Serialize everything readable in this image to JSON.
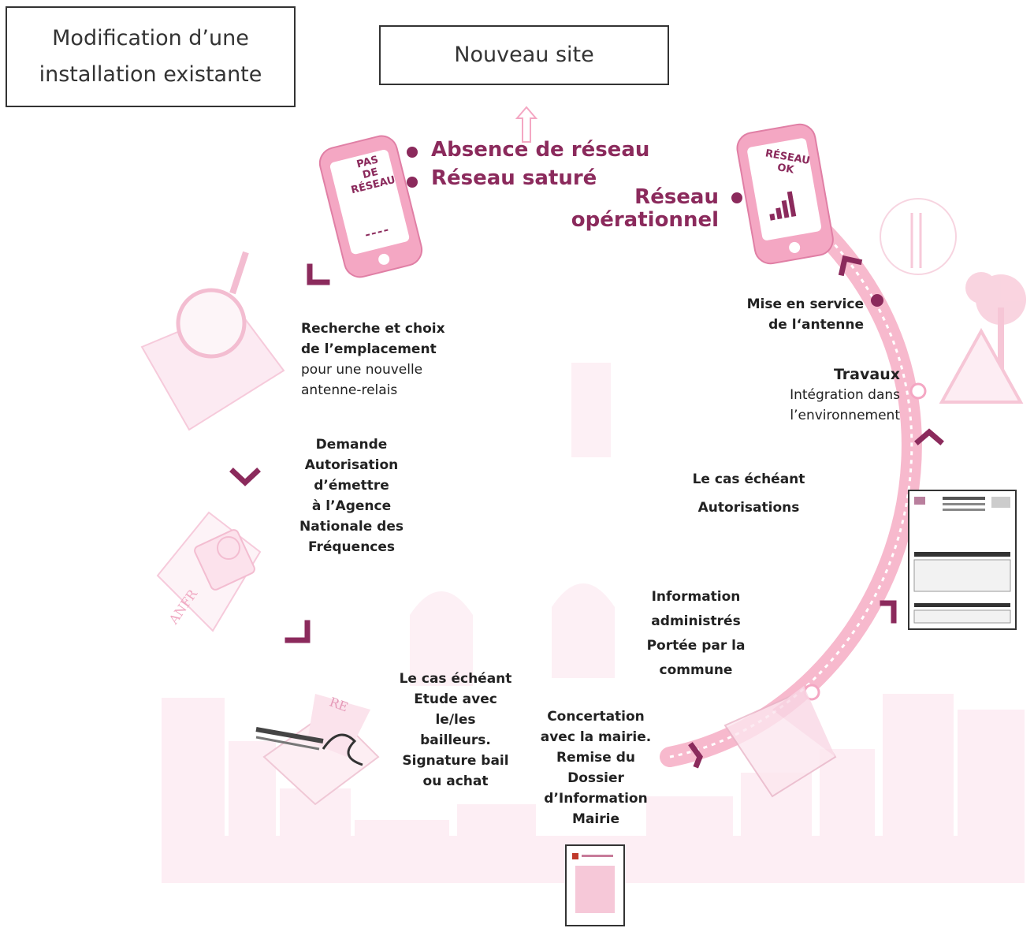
{
  "boxes": {
    "modification": "Modification d’une installation existante",
    "nouveau_site": "Nouveau site"
  },
  "status": {
    "absence": "Absence de réseau",
    "sature": "Réseau saturé",
    "operationnel_1": "Réseau",
    "operationnel_2": "opérationnel"
  },
  "phones": {
    "pas_de_reseau": [
      "PAS",
      "DE",
      "RÉSEAU"
    ],
    "reseau_ok": [
      "RÉSEAU",
      "OK"
    ]
  },
  "steps": {
    "recherche": {
      "title1": "Recherche et choix",
      "title2": "de l’emplacement",
      "line3": "pour une nouvelle",
      "line4": "antenne-relais"
    },
    "demande": [
      "Demande",
      "Autorisation",
      "d’émettre",
      "à l’Agence",
      "Nationale des",
      "Fréquences"
    ],
    "bailleurs": [
      "Le cas échéant",
      "Etude avec",
      "le/les",
      "bailleurs.",
      "Signature bail",
      "ou achat"
    ],
    "concertation": [
      "Concertation",
      "avec la mairie.",
      "Remise du",
      "Dossier",
      "d’Information",
      "Mairie"
    ],
    "information": [
      "Information",
      "administrés",
      "Portée par la",
      "commune"
    ],
    "autorisations": [
      "Le cas échéant",
      "Autorisations"
    ],
    "travaux": {
      "title": "Travaux",
      "line2": "Intégration dans",
      "line3": "l’environnement"
    },
    "mise_en_service": [
      "Mise en service",
      "de l‘antenne"
    ]
  },
  "illustrations": {
    "stamp_text": "ANFR",
    "doc_text": "RE"
  },
  "colors": {
    "accent": "#8b2a5c",
    "pink": "#f4a7c3",
    "pale_pink": "#fbe3ec",
    "track": "#ef86a6"
  }
}
